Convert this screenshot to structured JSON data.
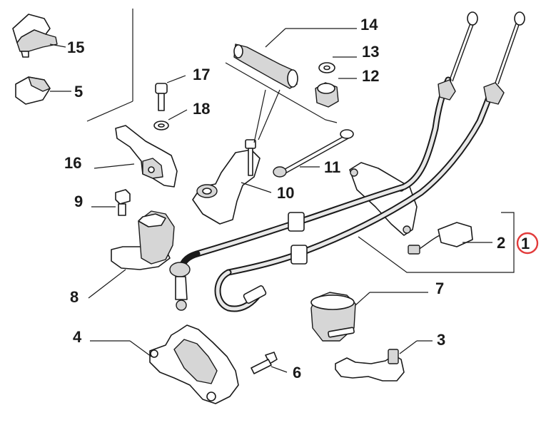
{
  "diagram": {
    "labels": {
      "p1": "1",
      "p2": "2",
      "p3": "3",
      "p4": "4",
      "p5": "5",
      "p6": "6",
      "p7": "7",
      "p8": "8",
      "p9": "9",
      "p10": "10",
      "p11": "11",
      "p12": "12",
      "p13": "13",
      "p14": "14",
      "p15": "15",
      "p16": "16",
      "p17": "17",
      "p18": "18"
    },
    "highlight_color": "#e23b3b",
    "highlighted_part": "1"
  }
}
